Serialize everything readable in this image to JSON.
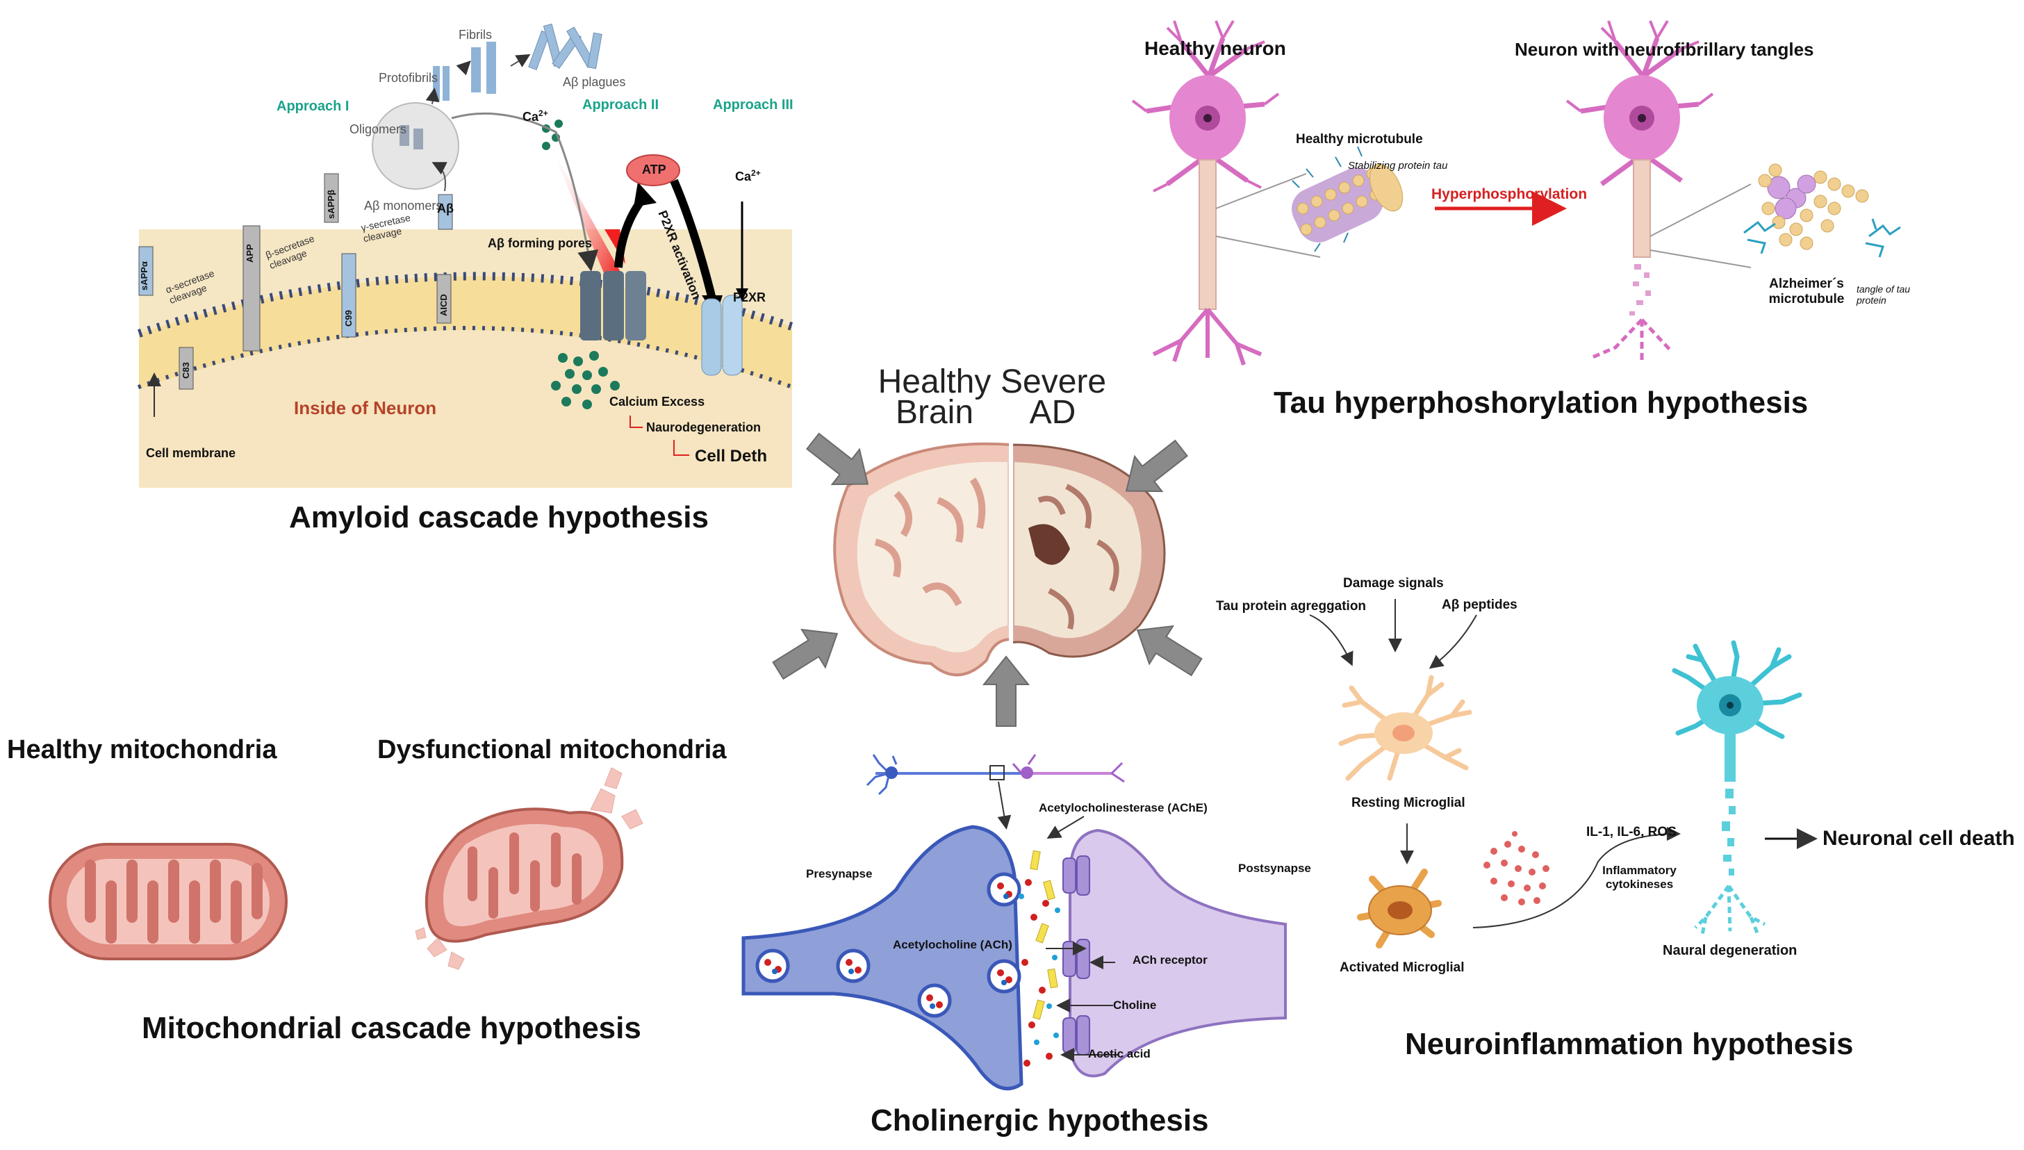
{
  "captions": {
    "amyloid": "Amyloid cascade hypothesis",
    "tau": "Tau hyperphoshorylation hypothesis",
    "mito": "Mitochondrial cascade hypothesis",
    "cholinergic": "Cholinergic hypothesis",
    "neuroinflammation": "Neuroinflammation hypothesis"
  },
  "brain": {
    "healthy": "Healthy Brain",
    "severe": "Severe AD"
  },
  "amyloid_panel": {
    "approach1": "Approach I",
    "approach2": "Approach II",
    "approach3": "Approach III",
    "fibrils": "Fibrils",
    "protofibrils": "Protofibrils",
    "plaques": "Aβ plagues",
    "oligomers": "Oligomers",
    "monomers": "Aβ monomers",
    "ab": "Aβ",
    "ca_left": "Ca",
    "ca_right": "Ca",
    "ca_sup": "2+",
    "atp": "ATP",
    "p2xr_activation": "P2XR activation",
    "p2xr": "P2XR",
    "sappb": "sAPPβ",
    "sappa": "sAPPα",
    "app": "APP",
    "alpha_sec": "α-secretase cleavage",
    "beta_sec": "β-secretase cleavage",
    "gamma_sec": "γ-secretase cleavage",
    "c99": "C99",
    "aicd": "AICD",
    "c83": "C83",
    "pores": "Aβ forming pores",
    "inside": "Inside of Neuron",
    "calcium_excess": "Calcium Excess",
    "neurodegeneration": "Naurodegeneration",
    "cell_death": "Cell Deth",
    "membrane": "Cell membrane"
  },
  "tau_panel": {
    "healthy_neuron": "Healthy neuron",
    "tangles_neuron": "Neuron with neurofibrillary tangles",
    "healthy_microtubule": "Healthy microtubule",
    "stabilizing": "Stabilizing protein tau",
    "hyperphosphorylation": "Hyperphosphorylation",
    "alz_microtubule": "Alzheimer´s microtubule",
    "tangle": "tangle of tau protein"
  },
  "mito_panel": {
    "healthy": "Healthy mitochondria",
    "dysfunctional": "Dysfunctional mitochondria"
  },
  "cholinergic_panel": {
    "ache": "Acetylocholinesterase (AChE)",
    "presynapse": "Presynapse",
    "postsynapse": "Postsynapse",
    "ach": "Acetylocholine (ACh)",
    "receptor": "ACh receptor",
    "choline": "Choline",
    "acetic": "Acetic acid"
  },
  "inflammation_panel": {
    "damage": "Damage signals",
    "tau_agg": "Tau protein agreggation",
    "ab_peptides": "Aβ peptides",
    "resting": "Resting Microglial",
    "activated": "Activated Microglial",
    "cytokines_list": "IL-1, IL-6, ROS",
    "inflammatory": "Inflammatory cytokineses",
    "neural_degeneration": "Naural degeneration",
    "cell_death": "Neuronal cell death"
  },
  "colors": {
    "membrane": "#f6dd9a",
    "inside": "#f5e6c4",
    "microglia_rest": "#f6c99a",
    "microglia_active": "#e8a24a",
    "neuron_pink": "#d66cc0",
    "neuron_teal": "#3ec1d3",
    "mito": "#e08a80",
    "presynapse": "#8f9fd8",
    "postsynapse": "#d9c9ec",
    "arrow_grey": "#8a8a8a"
  }
}
